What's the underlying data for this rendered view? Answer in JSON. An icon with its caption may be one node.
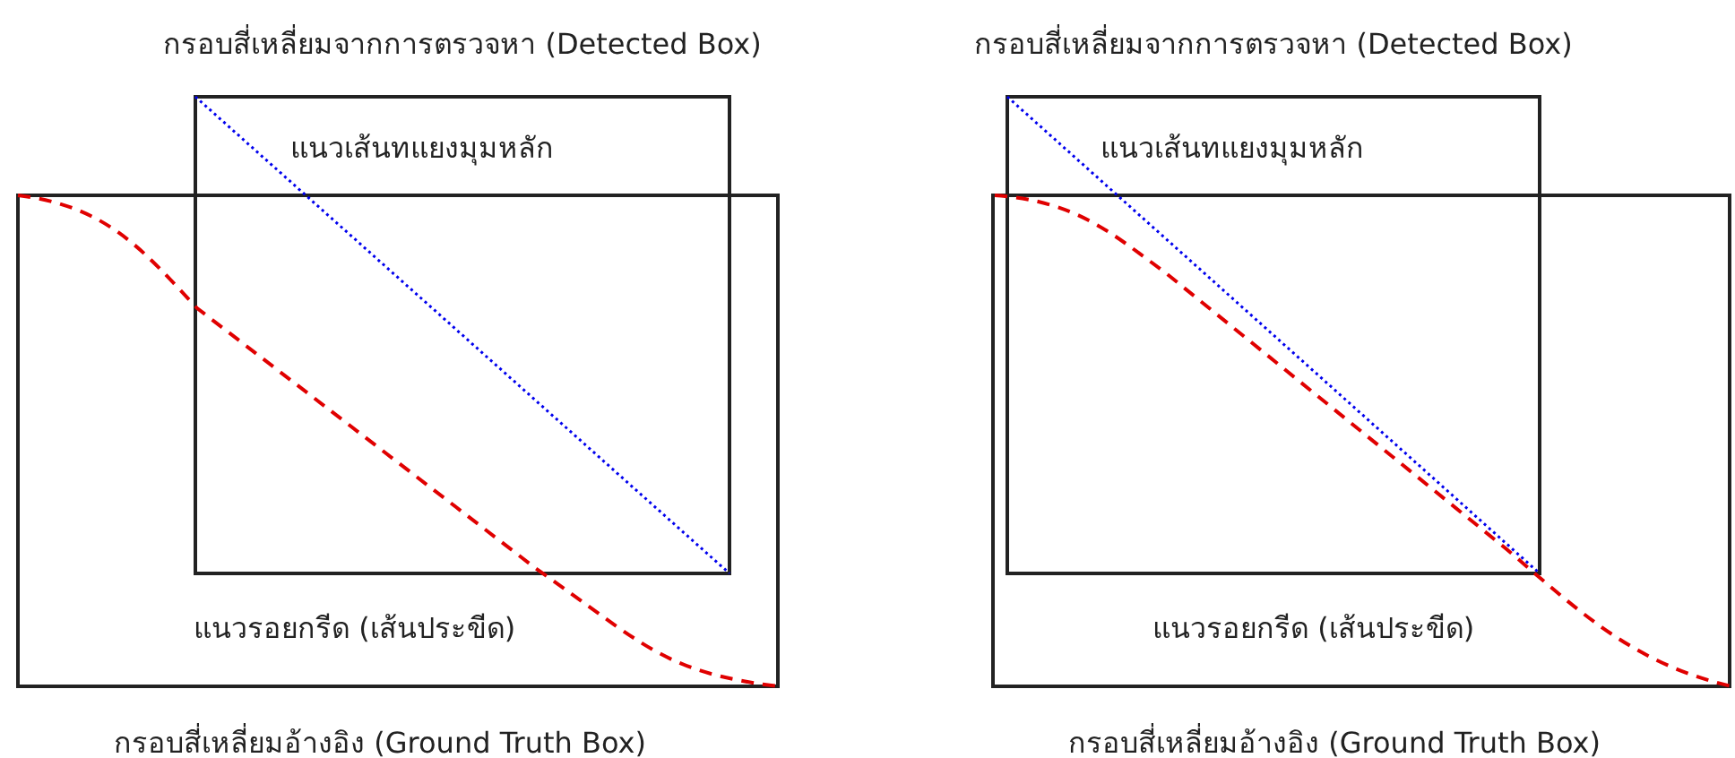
{
  "diagram": {
    "nodes": [
      {
        "text": [
          "กรอบสี่เหลี่ยมจากการตรวจหา (Detected Box)"
        ]
      },
      {
        "text": [
          "กรอบสี่เหลี่ยมอ้างอิง (Ground Truth Box)"
        ]
      },
      {
        "text": [
          "กรอบสี่เหลี่ยมจากการตรวจหา (Detected Box)"
        ]
      },
      {
        "text": [
          "กรอบสี่เหลี่ยมอ้างอิง (Ground Truth Box)"
        ]
      }
    ],
    "labels": [
      "แนวเส้นทแยงมุมหลัก",
      "แนวรอยกรีด (เส้นประขีด)",
      "แนวเส้นทแยงมุมหลัก",
      "แนวรอยกรีด (เส้นประขีด)"
    ]
  }
}
